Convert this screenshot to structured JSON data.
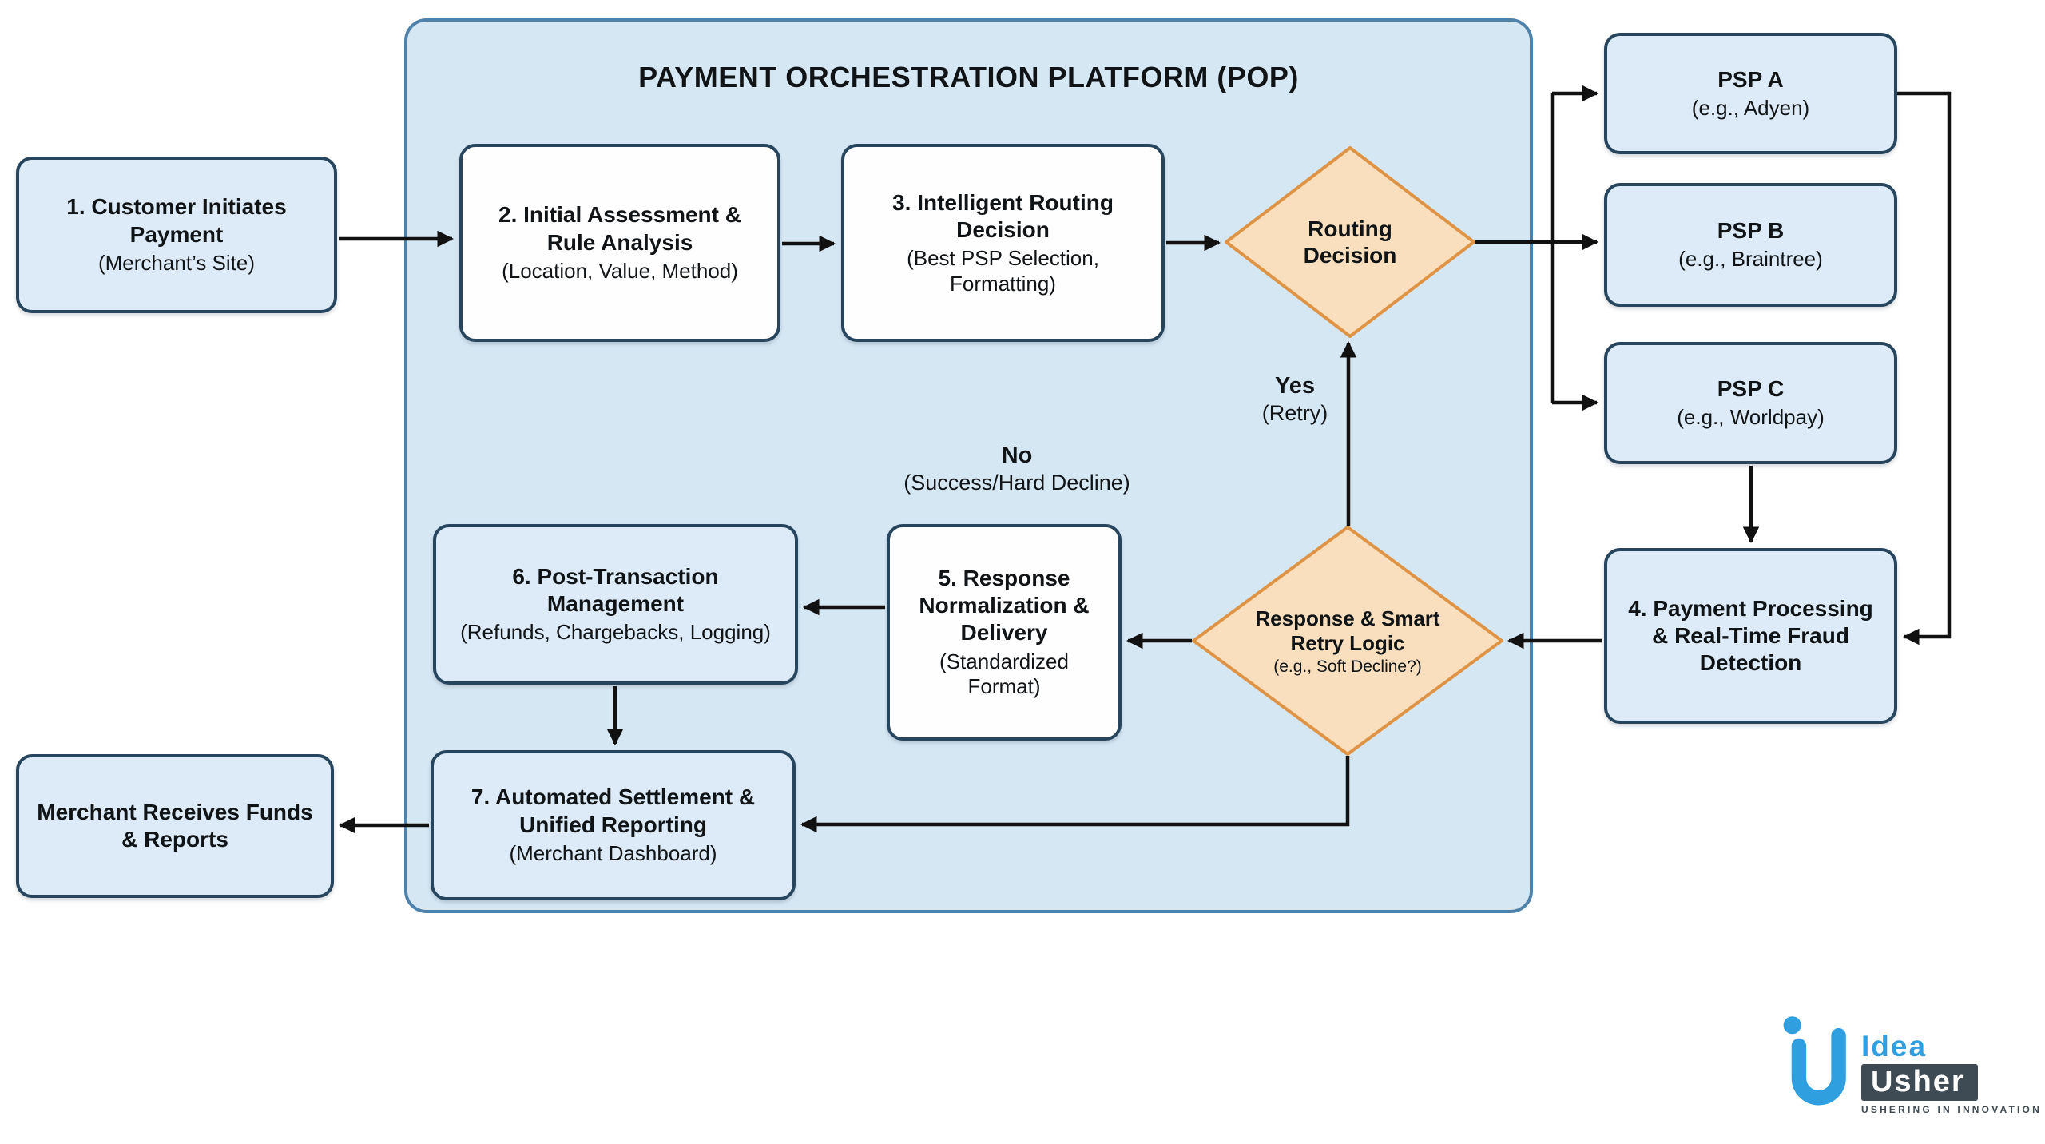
{
  "diagram": {
    "container_title": "PAYMENT ORCHESTRATION PLATFORM (POP)",
    "nodes": {
      "customer": {
        "title": "1. Customer Initiates Payment",
        "sub": "(Merchant’s Site)"
      },
      "initial_assessment": {
        "title": "2. Initial Assessment & Rule Analysis",
        "sub": "(Location, Value, Method)"
      },
      "intelligent_routing": {
        "title": "3. Intelligent Routing Decision",
        "sub": "(Best PSP Selection, Formatting)"
      },
      "routing_decision": {
        "title": "Routing Decision"
      },
      "psp_a": {
        "title": "PSP A",
        "sub": "(e.g., Adyen)"
      },
      "psp_b": {
        "title": "PSP B",
        "sub": "(e.g., Braintree)"
      },
      "psp_c": {
        "title": "PSP C",
        "sub": "(e.g., Worldpay)"
      },
      "payment_processing": {
        "title": "4. Payment Processing & Real-Time Fraud Detection"
      },
      "response_retry": {
        "title": "Response & Smart Retry Logic",
        "sub": "(e.g., Soft Decline?)"
      },
      "response_normalization": {
        "title": "5. Response Normalization & Delivery",
        "sub": "(Standardized Format)"
      },
      "post_transaction": {
        "title": "6. Post-Transaction Management",
        "sub": "(Refunds, Chargebacks, Logging)"
      },
      "automated_settlement": {
        "title": "7. Automated Settlement & Unified Reporting",
        "sub": "(Merchant Dashboard)"
      },
      "merchant_receives": {
        "title": "Merchant Receives Funds & Reports"
      }
    },
    "edge_labels": {
      "yes": "Yes",
      "yes_sub": "(Retry)",
      "no": "No",
      "no_sub": "(Success/Hard Decline)"
    }
  },
  "logo": {
    "word1": "Idea",
    "word2": "Usher",
    "tagline": "USHERING IN INNOVATION"
  },
  "colors": {
    "box_fill": "#dcebf7",
    "box_border": "#27465e",
    "white_fill": "#fefefe",
    "container_fill": "#d6e7f4",
    "container_border": "#4e82ab",
    "diamond_fill": "#f9dfbd",
    "diamond_border": "#df9344",
    "arrow": "#111111",
    "text": "#101417",
    "logo_blue": "#2f9fe0",
    "logo_dark": "#3e4a54"
  }
}
